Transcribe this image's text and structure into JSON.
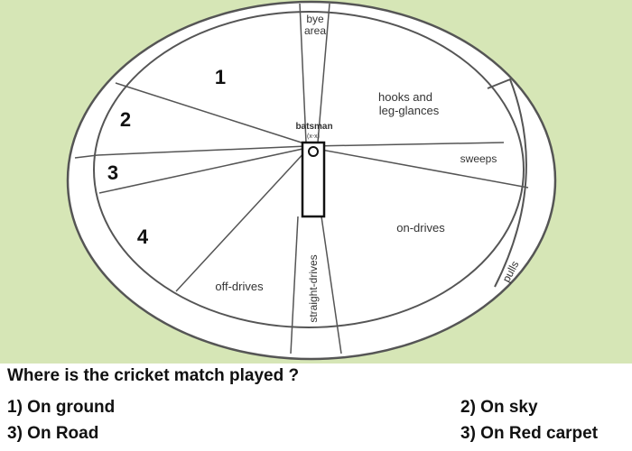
{
  "diagram": {
    "labels": {
      "bye": "bye",
      "area": "area",
      "batsman": "batsman",
      "batsman_sub": "(x-x)",
      "hooks": "hooks and",
      "leg_glances": "leg-glances",
      "sweeps": "sweeps",
      "on_drives": "on-drives",
      "pulls": "pulls",
      "off_drives": "off-drives",
      "straight_drives": "straight-drives"
    },
    "numbers": [
      "1",
      "2",
      "3",
      "4"
    ]
  },
  "question": {
    "text": "Where is the cricket match played ?",
    "options": [
      "1) On ground",
      "2) On sky",
      "3) On Road",
      "3) On Red carpet"
    ]
  }
}
